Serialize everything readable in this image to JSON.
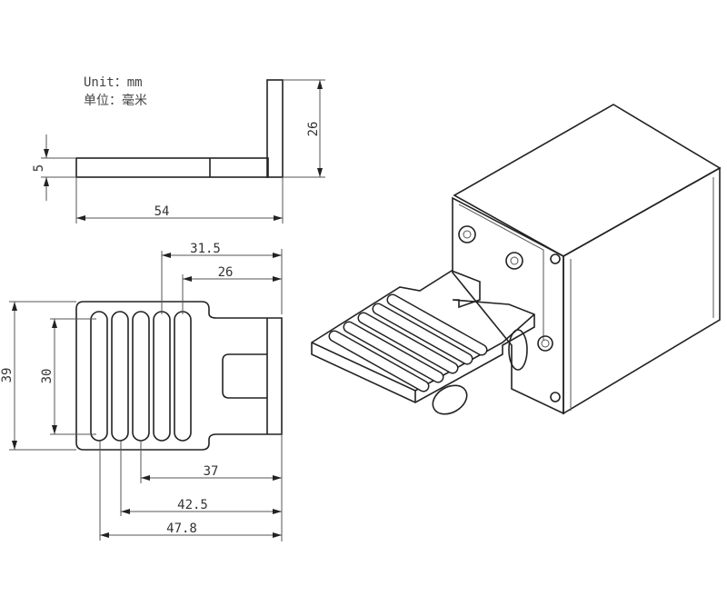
{
  "unit": {
    "line_en": "Unit：mm",
    "line_zh": "单位：毫米"
  },
  "side_view": {
    "dims": {
      "height_plate": "26",
      "thickness": "5",
      "length": "54"
    }
  },
  "top_view": {
    "dims": {
      "d1": "31.5",
      "d2": "26",
      "overall_height": "39",
      "slot_length": "30",
      "d3": "37",
      "d4": "42.5",
      "d5": "47.8"
    },
    "slot_count": 5
  },
  "colors": {
    "line": "#222222",
    "background": "#ffffff"
  }
}
